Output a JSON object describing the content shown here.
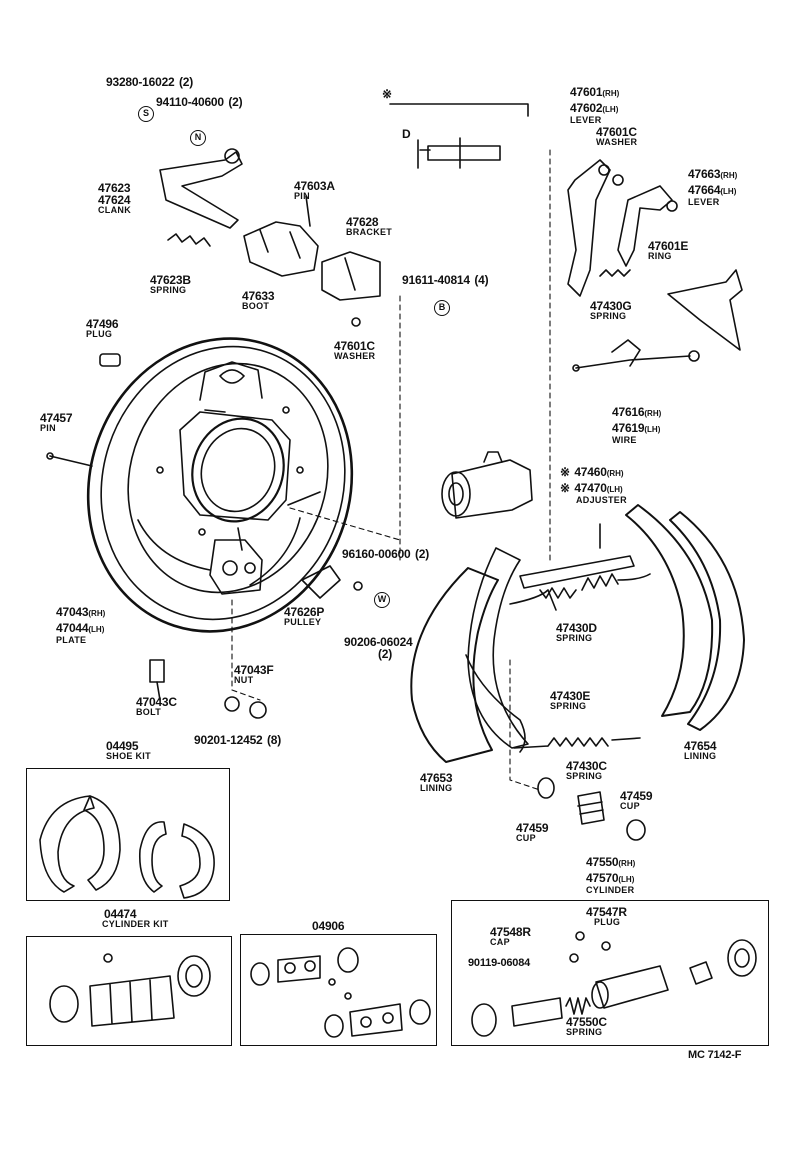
{
  "footer_code": "MC  7142-F",
  "marks": {
    "s": "S",
    "n": "N",
    "b": "B",
    "w": "W",
    "star": "※",
    "d": "D"
  },
  "parts": {
    "p93280": {
      "num": "93280-16022",
      "qty": "(2)"
    },
    "p94110": {
      "num": "94110-40600",
      "qty": "(2)"
    },
    "clank": {
      "num1": "47623",
      "num2": "47624",
      "name": "CLANK"
    },
    "pin603": {
      "num": "47603A",
      "name": "PIN"
    },
    "spring623": {
      "num": "47623B",
      "name": "SPRING"
    },
    "boot": {
      "num": "47633",
      "name": "BOOT"
    },
    "bracket": {
      "num": "47628",
      "name": "BRACKET"
    },
    "p91611": {
      "num": "91611-40814",
      "qty": "(4)"
    },
    "washer1": {
      "num": "47601C",
      "name": "WASHER"
    },
    "plug496": {
      "num": "47496",
      "name": "PLUG"
    },
    "pin457": {
      "num": "47457",
      "name": "PIN"
    },
    "lever601": {
      "num1": "47601",
      "sub1": "(RH)",
      "num2": "47602",
      "sub2": "(LH)",
      "name": "LEVER"
    },
    "washer2": {
      "num": "47601C",
      "name": "WASHER"
    },
    "lever663": {
      "num1": "47663",
      "sub1": "(RH)",
      "num2": "47664",
      "sub2": "(LH)",
      "name": "LEVER"
    },
    "ring": {
      "num": "47601E",
      "name": "RING"
    },
    "spring430g": {
      "num": "47430G",
      "name": "SPRING"
    },
    "wire": {
      "num1": "47616",
      "sub1": "(RH)",
      "num2": "47619",
      "sub2": "(LH)",
      "name": "WIRE"
    },
    "adjuster": {
      "num1": "47460",
      "sub1": "(RH)",
      "num2": "47470",
      "sub2": "(LH)",
      "name": "ADJUSTER"
    },
    "p96160": {
      "num": "96160-00600",
      "qty": "(2)"
    },
    "plate": {
      "num1": "47043",
      "sub1": "(RH)",
      "num2": "47044",
      "sub2": "(LH)",
      "name": "PLATE"
    },
    "pulley": {
      "num": "47626P",
      "name": "PULLEY"
    },
    "p90206": {
      "num": "90206-06024",
      "qty": "(2)"
    },
    "spring430d": {
      "num": "47430D",
      "name": "SPRING"
    },
    "nut": {
      "num": "47043F",
      "name": "NUT"
    },
    "bolt": {
      "num": "47043C",
      "name": "BOLT"
    },
    "p90201": {
      "num": "90201-12452",
      "qty": "(8)"
    },
    "spring430e": {
      "num": "47430E",
      "name": "SPRING"
    },
    "lining654": {
      "num": "47654",
      "name": "LINING"
    },
    "lining653": {
      "num": "47653",
      "name": "LINING"
    },
    "spring430c": {
      "num": "47430C",
      "name": "SPRING"
    },
    "cup1": {
      "num": "47459",
      "name": "CUP"
    },
    "cup2": {
      "num": "47459",
      "name": "CUP"
    },
    "shoekit": {
      "num": "04495",
      "name": "SHOE KIT"
    },
    "cylinder": {
      "num1": "47550",
      "sub1": "(RH)",
      "num2": "47570",
      "sub2": "(LH)",
      "name": "CYLINDER"
    },
    "cylkit": {
      "num": "04474",
      "name": "CYLINDER KIT"
    },
    "kit906": {
      "num": "04906"
    },
    "cap": {
      "num": "47548R",
      "name": "CAP"
    },
    "plug547": {
      "num": "47547R",
      "name": "PLUG"
    },
    "p90119": {
      "num": "90119-06084"
    },
    "spring550": {
      "num": "47550C",
      "name": "SPRING"
    }
  }
}
